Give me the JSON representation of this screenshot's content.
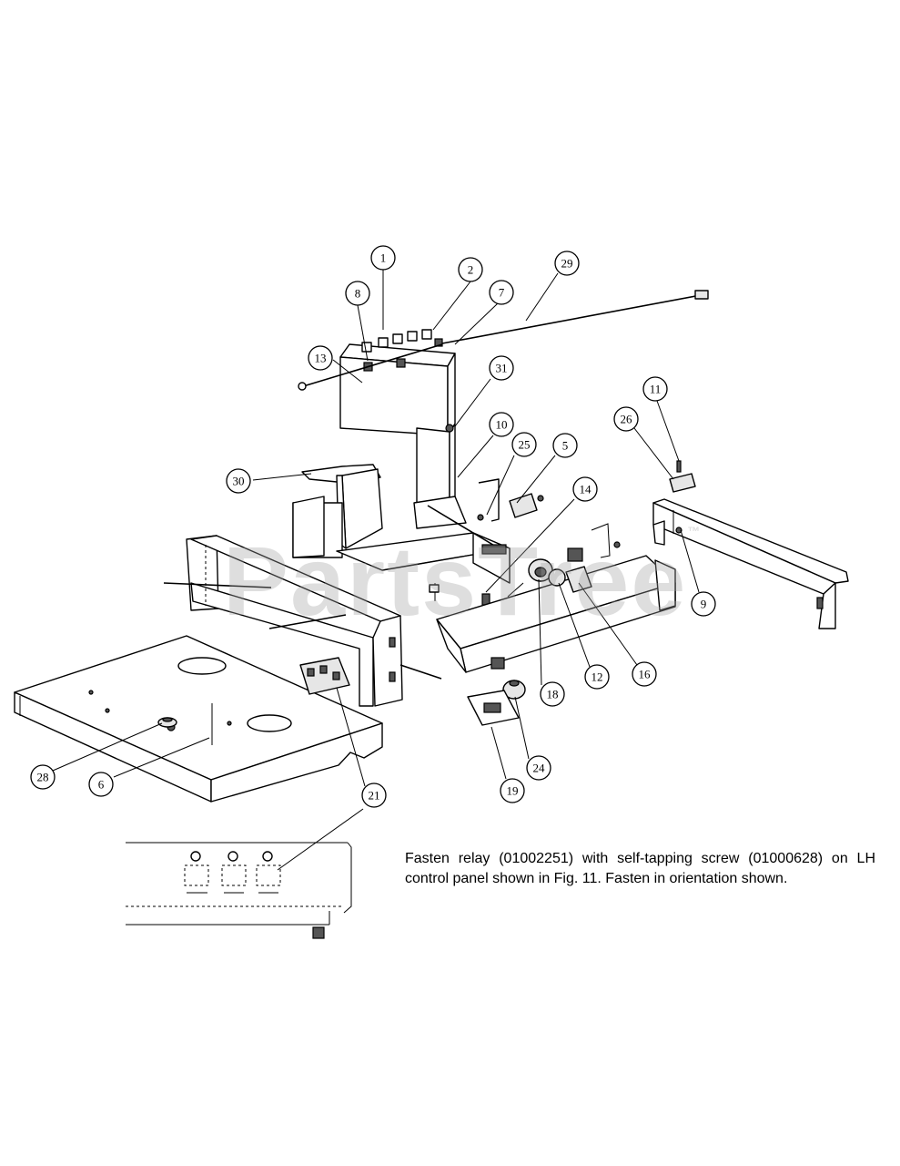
{
  "callouts": [
    {
      "label": "1"
    },
    {
      "label": "2"
    },
    {
      "label": "29"
    },
    {
      "label": "8"
    },
    {
      "label": "7"
    },
    {
      "label": "13"
    },
    {
      "label": "31"
    },
    {
      "label": "11"
    },
    {
      "label": "26"
    },
    {
      "label": "10"
    },
    {
      "label": "25"
    },
    {
      "label": "5"
    },
    {
      "label": "30"
    },
    {
      "label": "14"
    },
    {
      "label": "9"
    },
    {
      "label": "18"
    },
    {
      "label": "12"
    },
    {
      "label": "16"
    },
    {
      "label": "24"
    },
    {
      "label": "19"
    },
    {
      "label": "28"
    },
    {
      "label": "6"
    },
    {
      "label": "21"
    }
  ],
  "note": "Fasten relay (01002251) with self-tapping screw (01000628) on LH control panel shown in Fig. 11. Fasten in orientation shown.",
  "watermark": "PartsTree",
  "watermark_mark": "™"
}
